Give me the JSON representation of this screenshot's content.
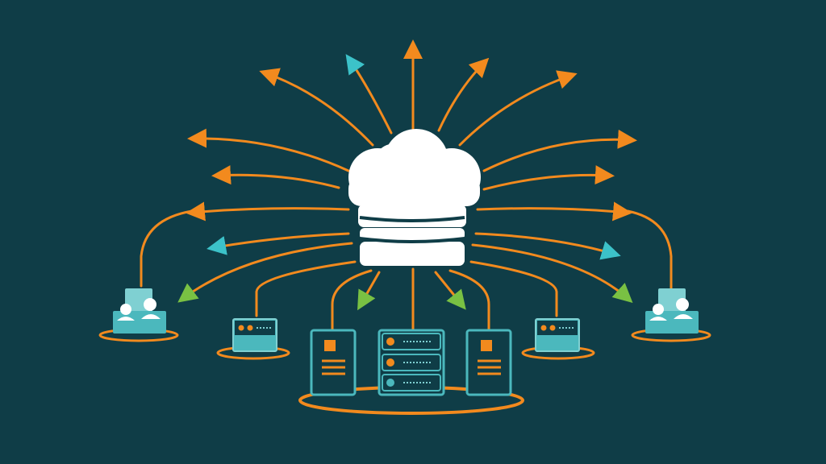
{
  "diagram": {
    "title": "",
    "hub": {
      "icon": "cloud-database-icon"
    },
    "nodes": [
      {
        "id": "users-left",
        "icon": "users-group-icon"
      },
      {
        "id": "device-left",
        "icon": "server-unit-icon"
      },
      {
        "id": "doc-left",
        "icon": "document-icon"
      },
      {
        "id": "server-rack",
        "icon": "server-rack-icon"
      },
      {
        "id": "doc-right",
        "icon": "document-icon"
      },
      {
        "id": "device-right",
        "icon": "server-unit-icon"
      },
      {
        "id": "users-right",
        "icon": "users-group-icon"
      }
    ]
  },
  "colors": {
    "background": "#0f3d47",
    "orange": "#f28a1e",
    "teal": "#4bb8bd",
    "teal_light": "#7fd0d2",
    "cyan_arrow": "#3cc2c9",
    "green_arrow": "#79c143",
    "white": "#ffffff",
    "dark_outline": "#0f3d47"
  }
}
